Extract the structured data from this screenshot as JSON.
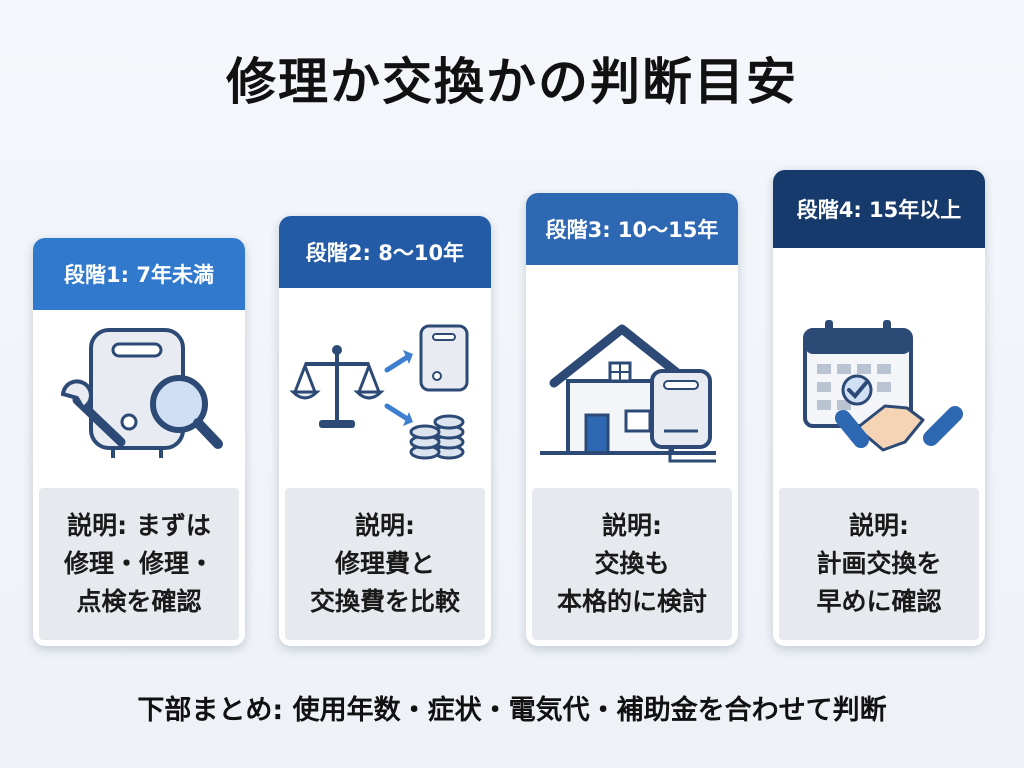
{
  "title": "修理か交換かの判断目安",
  "colors": {
    "stage1": "#3179cc",
    "stage2": "#245ba7",
    "stage3": "#2e68b3",
    "stage4": "#163a6b",
    "icon_stroke": "#2c4a75",
    "icon_fill_light": "#e8ecf2",
    "accent_blue": "#3f7fd0"
  },
  "stages": [
    {
      "label": "段階1: 7年未満",
      "icon": "water-heater-wrench-magnifier-icon",
      "desc": [
        "説明: まずは",
        "修理・修理・",
        "点検を確認"
      ]
    },
    {
      "label": "段階2: 8〜10年",
      "icon": "scale-heater-coins-icon",
      "desc": [
        "説明:",
        "修理費と",
        "交換費を比較"
      ]
    },
    {
      "label": "段階3: 10〜15年",
      "icon": "house-heater-icon",
      "desc": [
        "説明:",
        "交換も",
        "本格的に検討"
      ]
    },
    {
      "label": "段階4: 15年以上",
      "icon": "calendar-handshake-icon",
      "desc": [
        "説明:",
        "計画交換を",
        "早めに確認"
      ]
    }
  ],
  "footer": "下部まとめ: 使用年数・症状・電気代・補助金を合わせて判断"
}
